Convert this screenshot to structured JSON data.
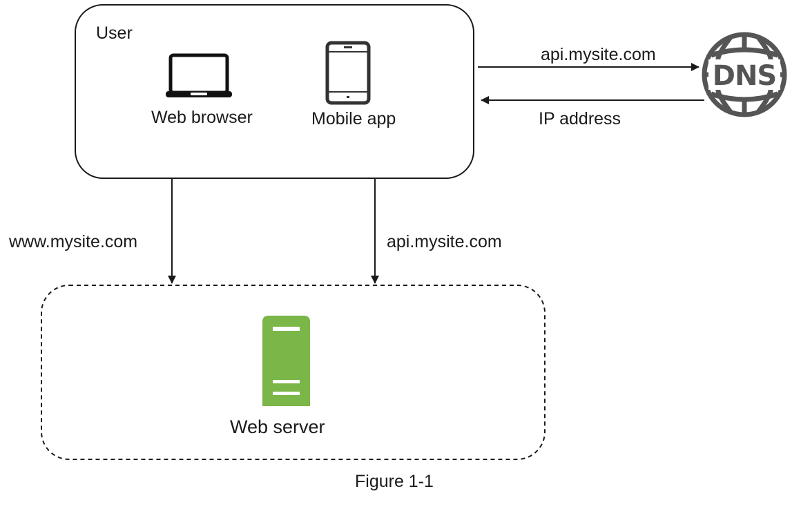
{
  "figure": {
    "caption": "Figure 1-1"
  },
  "user_box": {
    "title": "User",
    "clients": [
      {
        "label": "Web browser",
        "icon": "laptop-icon"
      },
      {
        "label": "Mobile app",
        "icon": "smartphone-icon"
      }
    ]
  },
  "dns": {
    "icon": "dns-globe-icon",
    "icon_text": "DNS",
    "request_label": "api.mysite.com",
    "response_label": "IP address"
  },
  "edges": {
    "web_label": "www.mysite.com",
    "api_label": "api.mysite.com"
  },
  "server_box": {
    "label": "Web server",
    "icon": "server-icon"
  },
  "colors": {
    "line": "#1a1a1a",
    "icon_gray": "#555555",
    "server_green": "#7ab648"
  }
}
